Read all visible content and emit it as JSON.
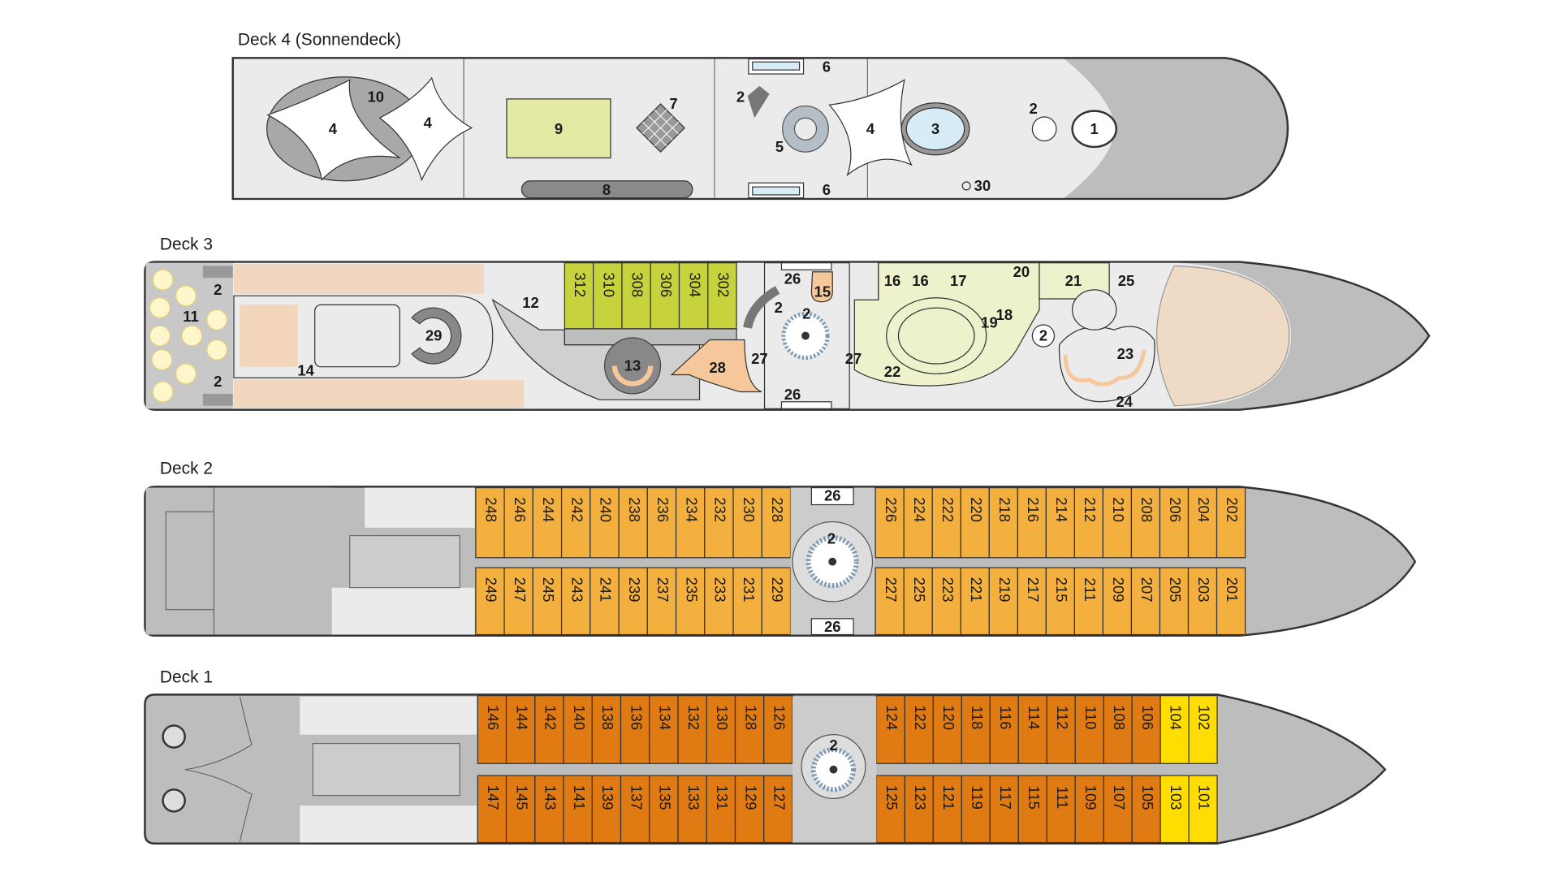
{
  "colors": {
    "deck_floor": "#ebebeb",
    "hull_gray": "#bdbdbd",
    "deck3_suite": "#c6d33c",
    "deck3_public": "#eef2cc",
    "deck2_cabin": "#f4b03e",
    "deck1_cabin": "#e07a12",
    "deck1_single": "#ffdd00",
    "peach": "#f6c79a",
    "pool_blue": "#d8ecf8"
  },
  "deck4": {
    "title": "Deck 4 (Sonnendeck)",
    "labels": [
      "4",
      "10",
      "4",
      "9",
      "7",
      "8",
      "2",
      "6",
      "6",
      "5",
      "4",
      "3",
      "2",
      "1",
      "30"
    ]
  },
  "deck3": {
    "title": "Deck 3",
    "labels": [
      "2",
      "2",
      "11",
      "14",
      "29",
      "12",
      "13",
      "28",
      "26",
      "15",
      "2",
      "2",
      "27",
      "27",
      "26",
      "16",
      "16",
      "17",
      "20",
      "21",
      "25",
      "19",
      "18",
      "22",
      "2",
      "23",
      "24"
    ],
    "cabins": [
      "312",
      "310",
      "308",
      "306",
      "304",
      "302"
    ]
  },
  "deck2": {
    "title": "Deck 2",
    "labels": [
      "26",
      "2",
      "26"
    ],
    "cabins_top_aft": [
      "248",
      "246",
      "244",
      "242",
      "240",
      "238",
      "236",
      "234",
      "232",
      "230",
      "228"
    ],
    "cabins_top_fwd": [
      "226",
      "224",
      "222",
      "220",
      "218",
      "216",
      "214",
      "212",
      "210",
      "208",
      "206",
      "204",
      "202"
    ],
    "cabins_bottom_aft": [
      "249",
      "247",
      "245",
      "243",
      "241",
      "239",
      "237",
      "235",
      "233",
      "231",
      "229"
    ],
    "cabins_bottom_fwd": [
      "227",
      "225",
      "223",
      "221",
      "219",
      "217",
      "215",
      "211",
      "209",
      "207",
      "205",
      "203",
      "201"
    ]
  },
  "deck1": {
    "title": "Deck 1",
    "labels": [
      "2"
    ],
    "cabins_top_aft": [
      "146",
      "144",
      "142",
      "140",
      "138",
      "136",
      "134",
      "132",
      "130",
      "128",
      "126"
    ],
    "cabins_top_fwd": [
      "124",
      "122",
      "120",
      "118",
      "116",
      "114",
      "112",
      "110",
      "108",
      "106",
      "104",
      "102"
    ],
    "cabins_bottom_aft": [
      "147",
      "145",
      "143",
      "141",
      "139",
      "137",
      "135",
      "133",
      "131",
      "129",
      "127"
    ],
    "cabins_bottom_fwd": [
      "125",
      "123",
      "121",
      "119",
      "117",
      "115",
      "111",
      "109",
      "107",
      "105",
      "103",
      "101"
    ],
    "single_cabins": [
      "104",
      "102",
      "103",
      "101"
    ]
  }
}
